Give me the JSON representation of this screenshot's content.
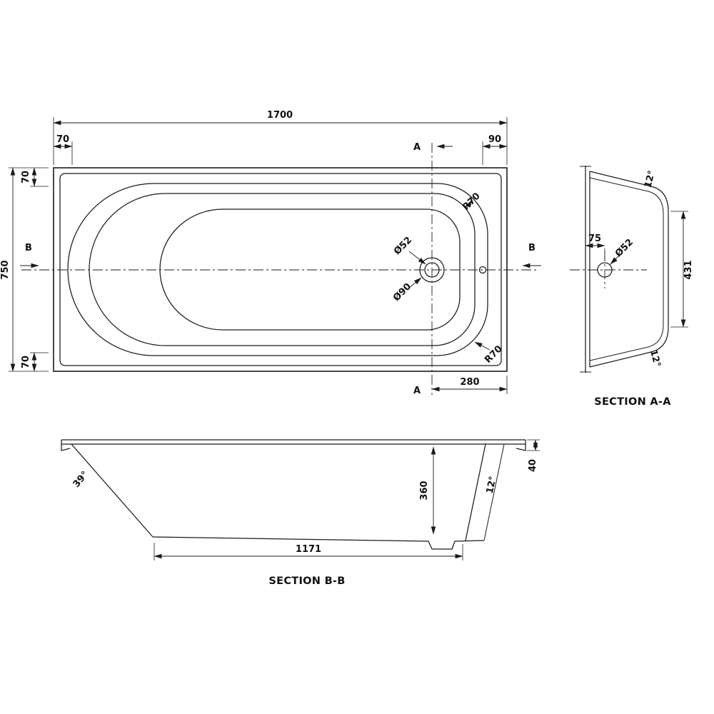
{
  "plan": {
    "dims": {
      "length": "1700",
      "left_rim": "70",
      "right_offset": "90",
      "width": "750",
      "top_rim": "70",
      "bottom_rim": "70",
      "drain_from_end": "280"
    },
    "labels": {
      "radius_top": "R70",
      "radius_bottom": "R70",
      "drain_small": "Ø52",
      "drain_large": "Ø90"
    },
    "section_markers": {
      "a": "A",
      "b": "B"
    }
  },
  "section_aa": {
    "title": "SECTION A-A",
    "angle_top": "12°",
    "angle_bottom": "12°",
    "drain_offset": "75",
    "drain_dia": "Ø52",
    "inner_width": "431"
  },
  "section_bb": {
    "title": "SECTION B-B",
    "angle_left": "39°",
    "angle_right": "12°",
    "depth": "360",
    "rim_height": "40",
    "base_length": "1171"
  }
}
